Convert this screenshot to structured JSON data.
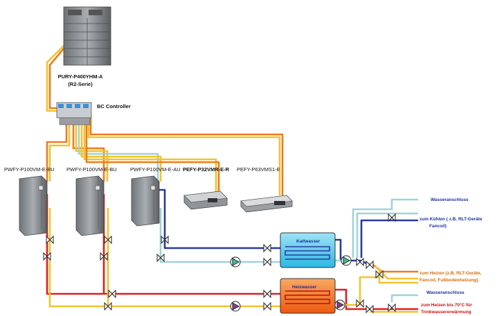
{
  "outdoor_unit": {
    "model": "PURY-P400YHM-A",
    "series": "(R2-Serie)"
  },
  "bc_controller": {
    "label": "BC Controller"
  },
  "indoor_units": [
    {
      "label": "PWFY-P100VM-E-BU"
    },
    {
      "label": "PWFY-P100VM-E-BU"
    },
    {
      "label": "PWFY-P100VM-E-AU"
    },
    {
      "label": "PEFY-P32VMR-E-R"
    },
    {
      "label": "PEFY-P63VMS1-E"
    }
  ],
  "tanks": {
    "cold": {
      "label": "Kaltwasser"
    },
    "hot": {
      "label": "Heizwasser"
    }
  },
  "annotations": {
    "water_connection_1": "Wasseranschluss",
    "cooling_1": "zum Kühlen ( z.B. RLT-Geräte",
    "cooling_2": "Fancoil)",
    "heating_1": "zum Heizen (z.B. RLT-Geräte,",
    "heating_2": "Fancoil, Fußbodenheizung)",
    "water_connection_2": "Wasseranschluss",
    "hotwater_1": "zum Heizen bis 70°C für",
    "hotwater_2": "Trinkwassererwärmung"
  },
  "colors": {
    "yellow_pipe": "#f4c22a",
    "orange_pipe": "#ef7a1f",
    "red_pipe": "#e41b1b",
    "blue_pipe": "#2a3a9c",
    "teal_pipe": "#9fd3d8",
    "cold_tank": "#3fc3e8",
    "hot_tank": "#f26b1c"
  }
}
